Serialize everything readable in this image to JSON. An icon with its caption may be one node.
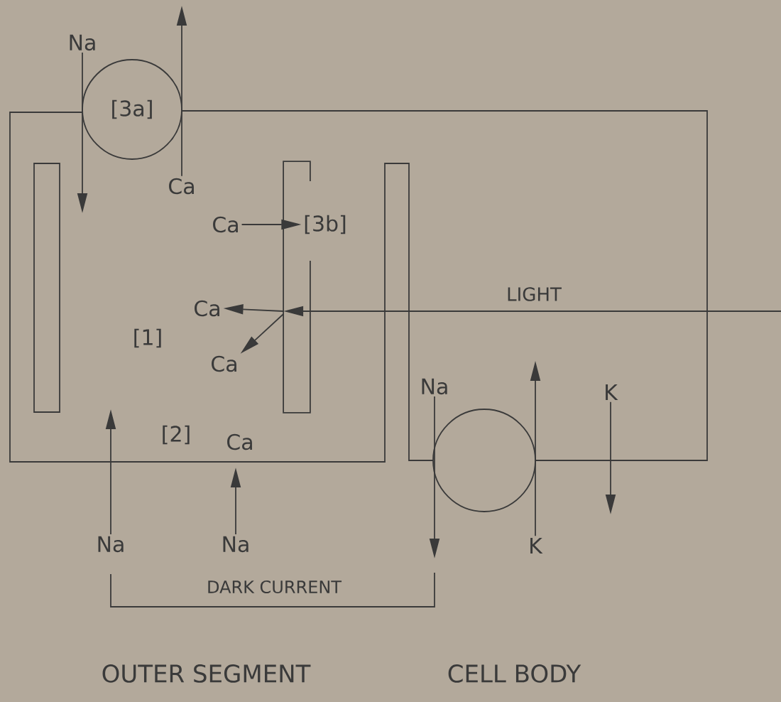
{
  "diagram": {
    "nodes": [
      {
        "text": [
          "Na"
        ]
      },
      {
        "text": [
          "[3a]"
        ]
      },
      {
        "text": [
          "Ca"
        ]
      },
      {
        "text": [
          "Ca"
        ]
      },
      {
        "text": [
          "[3b]"
        ]
      },
      {
        "text": [],
        "shape": "box"
      },
      {
        "text": [
          "Ca"
        ]
      },
      {
        "text": [
          "Ca"
        ]
      },
      {
        "text": [
          "Na"
        ]
      },
      {
        "text": [
          "Na"
        ]
      },
      {
        "text": [
          "Na"
        ]
      },
      {
        "text": [],
        "shape": "circle"
      },
      {
        "text": [
          "K"
        ]
      },
      {
        "text": [
          "K"
        ]
      }
    ],
    "edges": [
      {
        "from": 0,
        "to": null,
        "arrow": "to"
      },
      {
        "from": 2,
        "to": null,
        "arrow": "to"
      },
      {
        "from": 3,
        "to": 4,
        "arrow": "to"
      },
      {
        "from": null,
        "to": 5,
        "arrow": "to",
        "label": "LIGHT"
      },
      {
        "from": 5,
        "to": 6,
        "arrow": "to"
      },
      {
        "from": 5,
        "to": 7,
        "arrow": "to"
      },
      {
        "from": 8,
        "to": null,
        "arrow": "to"
      },
      {
        "from": 9,
        "to": null,
        "arrow": "to"
      },
      {
        "from": 10,
        "to": null,
        "arrow": "to"
      },
      {
        "from": 12,
        "to": null,
        "arrow": "to"
      },
      {
        "from": 13,
        "to": null,
        "arrow": "to"
      }
    ],
    "labels": [
      "[1]",
      "[2]",
      "Ca",
      "DARK CURRENT",
      "OUTER SEGMENT",
      "CELL BODY"
    ]
  }
}
